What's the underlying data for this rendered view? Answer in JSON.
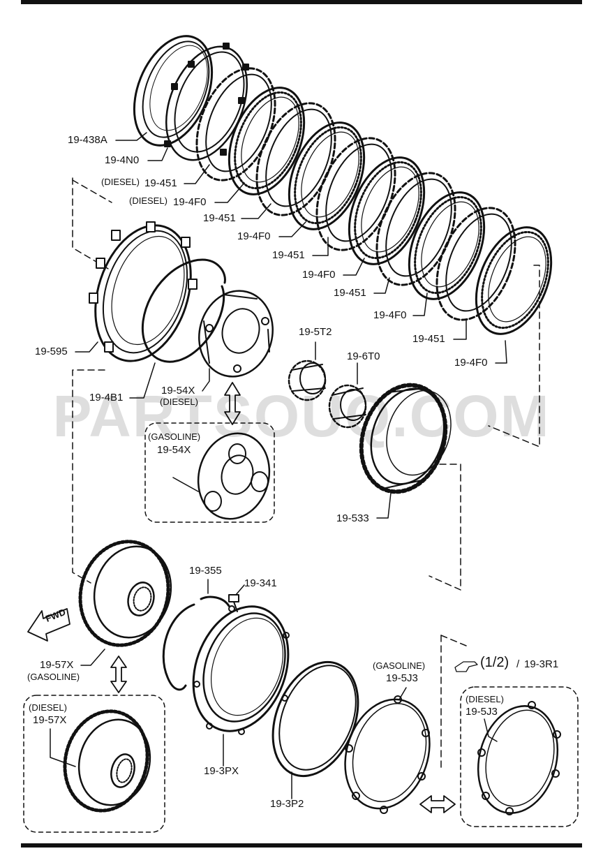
{
  "watermark": "PARTSOUQ.COM",
  "direction_arrow": "FWD",
  "callout": {
    "ref": "(1/2)",
    "sep": "/",
    "target": "19-3R1",
    "icon": "hand-pointer-icon"
  },
  "labels": {
    "p19_438A": "19-438A",
    "p19_4N0": "19-4N0",
    "diesel_451": "(DIESEL)",
    "p19_451_a": "19-451",
    "diesel_4F0": "(DIESEL)",
    "p19_4F0_a": "19-4F0",
    "p19_451_b": "19-451",
    "p19_4F0_b": "19-4F0",
    "p19_451_c": "19-451",
    "p19_4F0_c": "19-4F0",
    "p19_451_d": "19-451",
    "p19_4F0_d": "19-4F0",
    "p19_451_e": "19-451",
    "p19_4F0_e": "19-4F0",
    "p19_595": "19-595",
    "p19_4B1": "19-4B1",
    "p19_54X_d": "19-54X",
    "diesel_54X": "(DIESEL)",
    "gasoline_54X": "(GASOLINE)",
    "p19_54X_g": "19-54X",
    "p19_5T2": "19-5T2",
    "p19_6T0": "19-6T0",
    "p19_533": "19-533",
    "p19_355": "19-355",
    "p19_341": "19-341",
    "p19_57X_g": "19-57X",
    "gasoline_57X": "(GASOLINE)",
    "diesel_57X": "(DIESEL)",
    "p19_57X_d": "19-57X",
    "p19_3PX": "19-3PX",
    "p19_3P2": "19-3P2",
    "gasoline_5J3": "(GASOLINE)",
    "p19_5J3_g": "19-5J3",
    "diesel_5J3": "(DIESEL)",
    "p19_5J3_d": "19-5J3"
  }
}
